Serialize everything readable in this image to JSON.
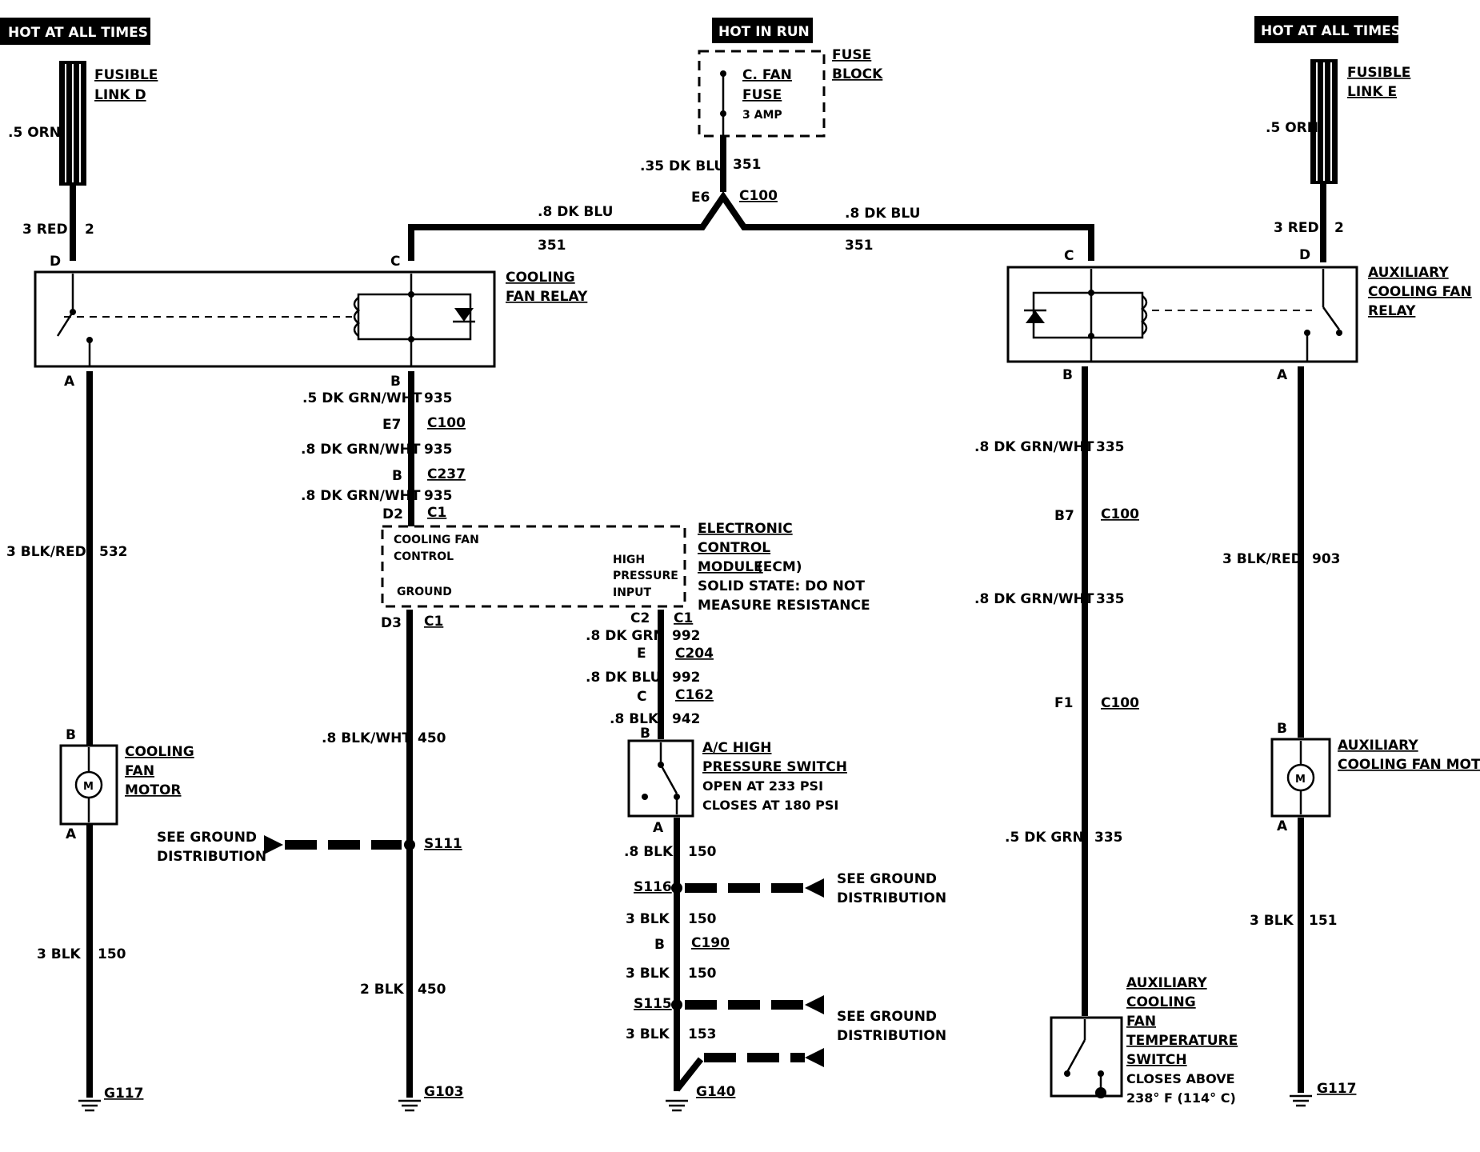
{
  "left_power": {
    "banner": "HOT AT ALL TIMES",
    "fusible_link_l1": "FUSIBLE",
    "fusible_link_l2": "LINK D",
    "top_wire": ".5 ORN",
    "wire_gauge": "3 RED",
    "wire_circuit": "2",
    "pin_d": "D"
  },
  "right_power": {
    "banner": "HOT AT ALL TIMES",
    "fusible_link_l1": "FUSIBLE",
    "fusible_link_l2": "LINK E",
    "top_wire": ".5 ORN",
    "wire_gauge": "3 RED",
    "wire_circuit": "2",
    "pin_d": "D"
  },
  "fuse_block": {
    "banner": "HOT IN RUN",
    "fuse_l1": "C. FAN",
    "fuse_l2": "FUSE",
    "fuse_l3": "3 AMP",
    "block_l1": "FUSE",
    "block_l2": "BLOCK",
    "out_wire": ".35 DK BLU",
    "out_circuit": "351",
    "pin": "E6",
    "connector": "C100"
  },
  "trunk": {
    "left_wire": ".8 DK BLU",
    "left_circuit": "351",
    "right_wire": ".8 DK BLU",
    "right_circuit": "351",
    "left_pin": "C",
    "right_pin": "C"
  },
  "cooling_fan_relay": {
    "label_l1": "COOLING",
    "label_l2": "FAN RELAY",
    "pin_a": "A",
    "pin_b": "B"
  },
  "aux_relay": {
    "label_l1": "AUXILIARY",
    "label_l2": "COOLING FAN",
    "label_l3": "RELAY",
    "pin_a": "A",
    "pin_b": "B"
  },
  "left_motor_circuit": {
    "wire": "3 BLK/RED",
    "circuit": "532",
    "pin_b": "B",
    "pin_a": "A",
    "motor_l1": "COOLING",
    "motor_l2": "FAN",
    "motor_l3": "MOTOR",
    "motor_symbol": "M",
    "ground_wire": "3 BLK",
    "ground_circuit": "150",
    "ground": "G117"
  },
  "relay_to_ecm": {
    "w1": ".5 DK GRN/WHT",
    "w1_circuit": "935",
    "c1_pin": "E7",
    "c1": "C100",
    "w2": ".8 DK GRN/WHT",
    "w2_circuit": "935",
    "c2_pin": "B",
    "c2": "C237",
    "w3": ".8 DK GRN/WHT",
    "w3_circuit": "935",
    "c3_pin": "D2",
    "c3": "C1"
  },
  "ecm": {
    "cooling_fan_l1": "COOLING FAN",
    "cooling_fan_l2": "CONTROL",
    "ground": "GROUND",
    "hp_l1": "HIGH",
    "hp_l2": "PRESSURE",
    "hp_l3": "INPUT",
    "name_l1": "ELECTRONIC",
    "name_l2": "CONTROL",
    "name_l3a": "MODULE",
    "name_l3b": "(ECM)",
    "note_l1": "SOLID STATE:  DO NOT",
    "note_l2": "MEASURE RESISTANCE",
    "d3_pin": "D3",
    "d3_conn": "C1",
    "c2_pin": "C2",
    "c2_conn": "C1"
  },
  "ecm_ground": {
    "wire": ".8 BLK/WHT",
    "circuit": "450",
    "splice": "S111",
    "see_l1": "SEE GROUND",
    "see_l2": "DISTRIBUTION",
    "wire2": "2 BLK",
    "circuit2": "450",
    "ground": "G103"
  },
  "ac_switch_circuit": {
    "w1": ".8 DK GRN",
    "w1_circuit": "992",
    "c1_pin": "E",
    "c1": "C204",
    "w2": ".8 DK BLU",
    "w2_circuit": "992",
    "c2_pin": "C",
    "c2": "C162",
    "w3": ".8 BLK",
    "w3_circuit": "942",
    "pin_b": "B",
    "pin_a": "A",
    "switch_l1": "A/C HIGH",
    "switch_l2": "PRESSURE SWITCH",
    "switch_l3": "OPEN AT 233 PSI",
    "switch_l4": "CLOSES AT 180 PSI",
    "w4": ".8 BLK",
    "w4_circuit": "150",
    "splice1": "S116",
    "see1_l1": "SEE GROUND",
    "see1_l2": "DISTRIBUTION",
    "w5": "3 BLK",
    "w5_circuit": "150",
    "c3_pin": "B",
    "c3": "C190",
    "w6": "3 BLK",
    "w6_circuit": "150",
    "splice2": "S115",
    "see2_l1": "SEE GROUND",
    "see2_l2": "DISTRIBUTION",
    "w7": "3 BLK",
    "w7_circuit": "153",
    "ground": "G140"
  },
  "aux_switch_circuit": {
    "w1": ".8 DK GRN/WHT",
    "w1_circuit": "335",
    "c1_pin": "B7",
    "c1": "C100",
    "w2": ".8 DK GRN/WHT",
    "w2_circuit": "335",
    "c2_pin": "F1",
    "c2": "C100",
    "w3": ".5 DK GRN",
    "w3_circuit": "335",
    "switch_l1": "AUXILIARY",
    "switch_l2": "COOLING",
    "switch_l3": "FAN",
    "switch_l4": "TEMPERATURE",
    "switch_l5": "SWITCH",
    "switch_l6": "CLOSES ABOVE",
    "switch_l7": "238° F (114° C)"
  },
  "aux_motor_circuit": {
    "wire": "3 BLK/RED",
    "circuit": "903",
    "pin_b": "B",
    "pin_a": "A",
    "motor_l1": "AUXILIARY",
    "motor_l2": "COOLING FAN MOTOR",
    "motor_symbol": "M",
    "ground_wire": "3 BLK",
    "ground_circuit": "151",
    "ground": "G117"
  }
}
